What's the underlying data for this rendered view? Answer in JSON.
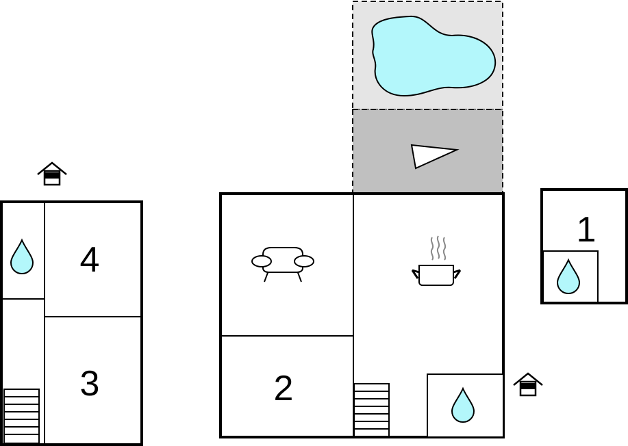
{
  "rooms": [
    {
      "label": "4"
    },
    {
      "label": "3"
    },
    {
      "label": "2"
    },
    {
      "label": "1"
    }
  ],
  "icons": {
    "entrance": "house-entrance-icon",
    "bathroom": "water-drop-icon",
    "living_room": "sofa-icon",
    "kitchen": "cooking-pot-icon",
    "stairs": "stairs-icon",
    "pool": "pool-icon",
    "terrace": "terrace-icon"
  },
  "colors": {
    "water": "#b3f7fb",
    "terrace_fill": "#c0c0c0",
    "pool_area_fill": "#e5e5e5",
    "wall": "#000000"
  }
}
